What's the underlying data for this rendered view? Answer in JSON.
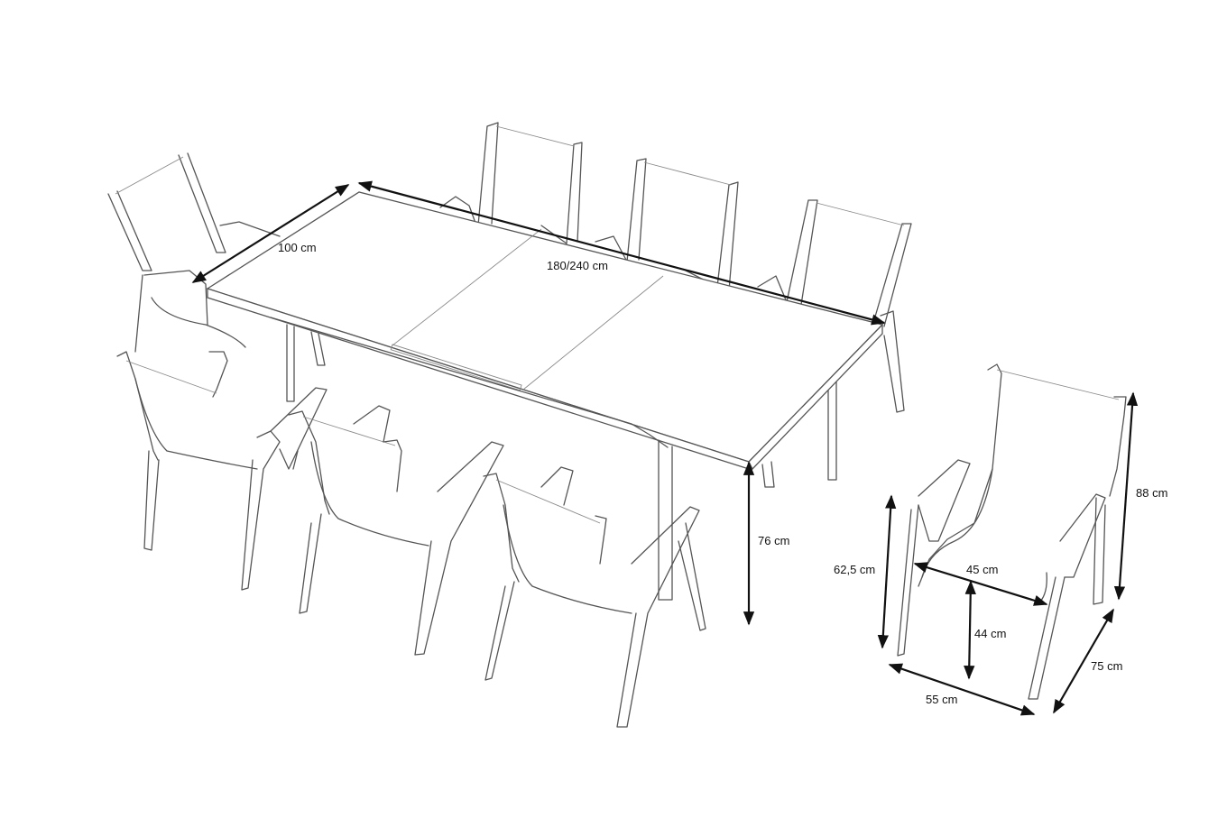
{
  "dimensions": {
    "table_width": "100 cm",
    "table_length": "180/240 cm",
    "table_height": "76 cm",
    "chair_height": "88 cm",
    "armrest_height": "62,5 cm",
    "seat_width": "45 cm",
    "seat_height": "44 cm",
    "chair_width": "55 cm",
    "chair_depth": "75 cm"
  },
  "colors": {
    "line": "#555555",
    "dimension_arrow": "#111111",
    "background": "#ffffff"
  }
}
